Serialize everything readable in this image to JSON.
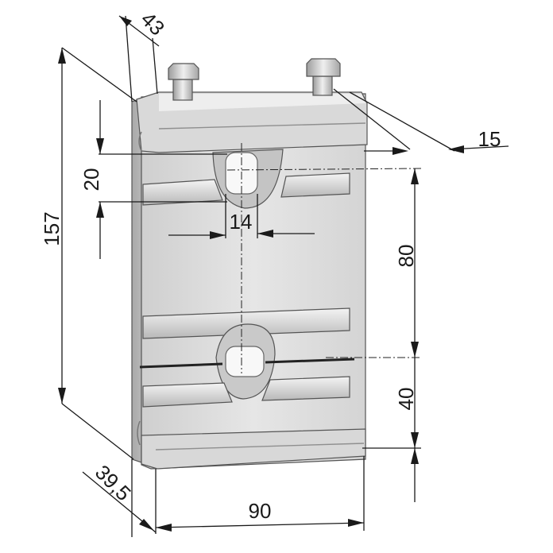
{
  "figure": {
    "dimensions": {
      "width_front": "90",
      "height_total": "157",
      "depth_bottom": "39,5",
      "depth_top": "43",
      "bolt_offset": "15",
      "slot_height": "20",
      "slot_width": "14",
      "hole_spacing": "80",
      "bottom_hole_offset": "40"
    }
  },
  "colors": {
    "metal_light": "#e4e4e4",
    "metal_mid": "#cfcfcf",
    "metal_dark": "#9a9a9a",
    "line": "#1a1a1a"
  }
}
